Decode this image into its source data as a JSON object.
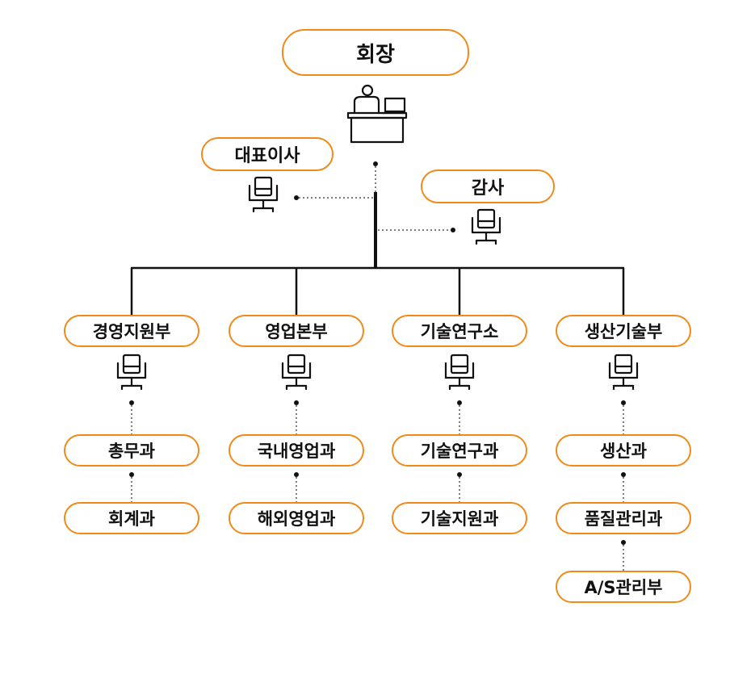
{
  "chairman": {
    "label": "회장"
  },
  "ceo": {
    "label": "대표이사"
  },
  "auditor": {
    "label": "감사"
  },
  "departments": [
    {
      "label": "경영지원부",
      "teams": [
        "총무과",
        "회계과"
      ]
    },
    {
      "label": "영업본부",
      "teams": [
        "국내영업과",
        "해외영업과"
      ]
    },
    {
      "label": "기술연구소",
      "teams": [
        "기술연구과",
        "기술지원과"
      ]
    },
    {
      "label": "생산기술부",
      "teams": [
        "생산과",
        "품질관리과",
        "A/S관리부"
      ]
    }
  ],
  "colors": {
    "accent": "#f08a1a",
    "line": "#111111",
    "dotted": "#555555"
  },
  "icons": {
    "chairman": "desk-person-icon",
    "seat": "office-chair-icon"
  }
}
